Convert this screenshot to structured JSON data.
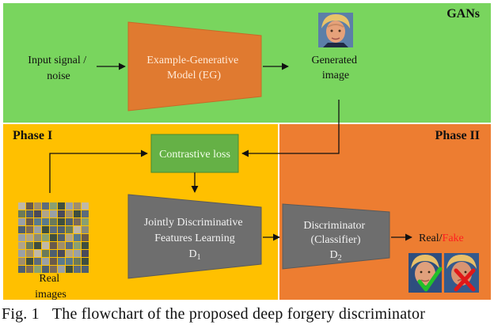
{
  "diagram": {
    "gans_title": "GANs",
    "phase1_title": "Phase I",
    "phase2_title": "Phase II",
    "input_label": [
      "Input signal /",
      "noise"
    ],
    "generator_label": [
      "Example-Generative",
      "Model (EG)"
    ],
    "generated_label": [
      "Generated",
      "image"
    ],
    "contrastive_label": "Contrastive loss",
    "real_images_label": [
      "Real",
      "images"
    ],
    "d1_label": [
      "Jointly Discriminative",
      "Features Learning"
    ],
    "d1_symbol": "D",
    "d1_subscript": "1",
    "d2_label": [
      "Discriminator",
      "(Classifier)"
    ],
    "d2_symbol": "D",
    "d2_subscript": "2",
    "output_real": "Real",
    "output_sep": "/",
    "output_fake": "Fake"
  },
  "caption": {
    "label": "Fig. 1",
    "text": "The flowchart of the proposed deep forgery discriminator"
  },
  "colors": {
    "gans_bg": "#79D55E",
    "phase1_bg": "#FFC000",
    "phase2_bg": "#ED7D31",
    "generator_fill": "#E07A30",
    "discriminator_fill": "#6E6E6E",
    "contrastive_fill": "#65B146",
    "fake_text": "#FF2020",
    "check": "#22C02A",
    "cross": "#E01818"
  },
  "icons": {
    "generated_face": "face-photo-icon",
    "real_images": "image-grid-icon",
    "real_result": "checkmark-icon",
    "fake_result": "cross-icon"
  }
}
